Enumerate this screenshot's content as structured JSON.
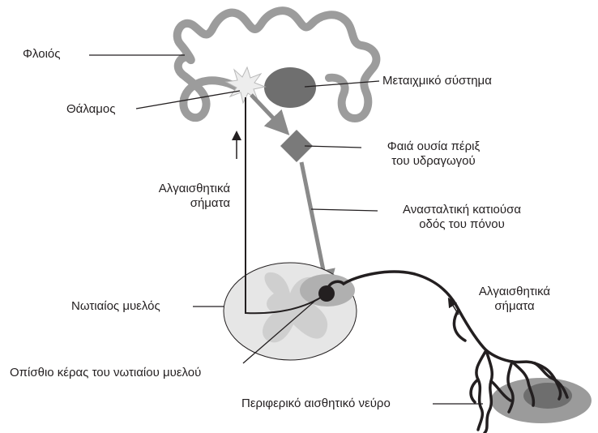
{
  "labels": {
    "cortex": "Φλοιός",
    "thalamus": "Θάλαμος",
    "limbic": "Μεταιχμικό σύστημα",
    "pag_line1": "Φαιά ουσία πέριξ",
    "pag_line2": "του υδραγωγού",
    "ascending_signals_line1": "Αλγαισθητικά",
    "ascending_signals_line2": "σήματα",
    "descending_line1": "Ανασταλτική κατιούσα",
    "descending_line2": "οδός του πόνου",
    "spinal_cord": "Νωτιαίος μυελός",
    "peripheral_signals_line1": "Αλγαισθητικά",
    "peripheral_signals_line2": "σήματα",
    "dorsal_horn": "Οπίσθιο κέρας του νωτιαίου μυελού",
    "peripheral_nerve": "Περιφερικό αισθητικό νεύρο"
  },
  "colors": {
    "cortex_gray": "#9c9c9c",
    "limbic_fill": "#6f6f6f",
    "pag_fill": "#7a7a7a",
    "descending_tract": "#8a8a8a",
    "spinal_disk": "#e6e6e6",
    "grey_matter": "#cfcfcf",
    "dorsal_horn_dark": "#b0b0b0",
    "nerve_black": "#231f20",
    "skin_outer": "#9b9b9b",
    "skin_inner": "#6e6e6e",
    "star_fill": "#ededed"
  }
}
